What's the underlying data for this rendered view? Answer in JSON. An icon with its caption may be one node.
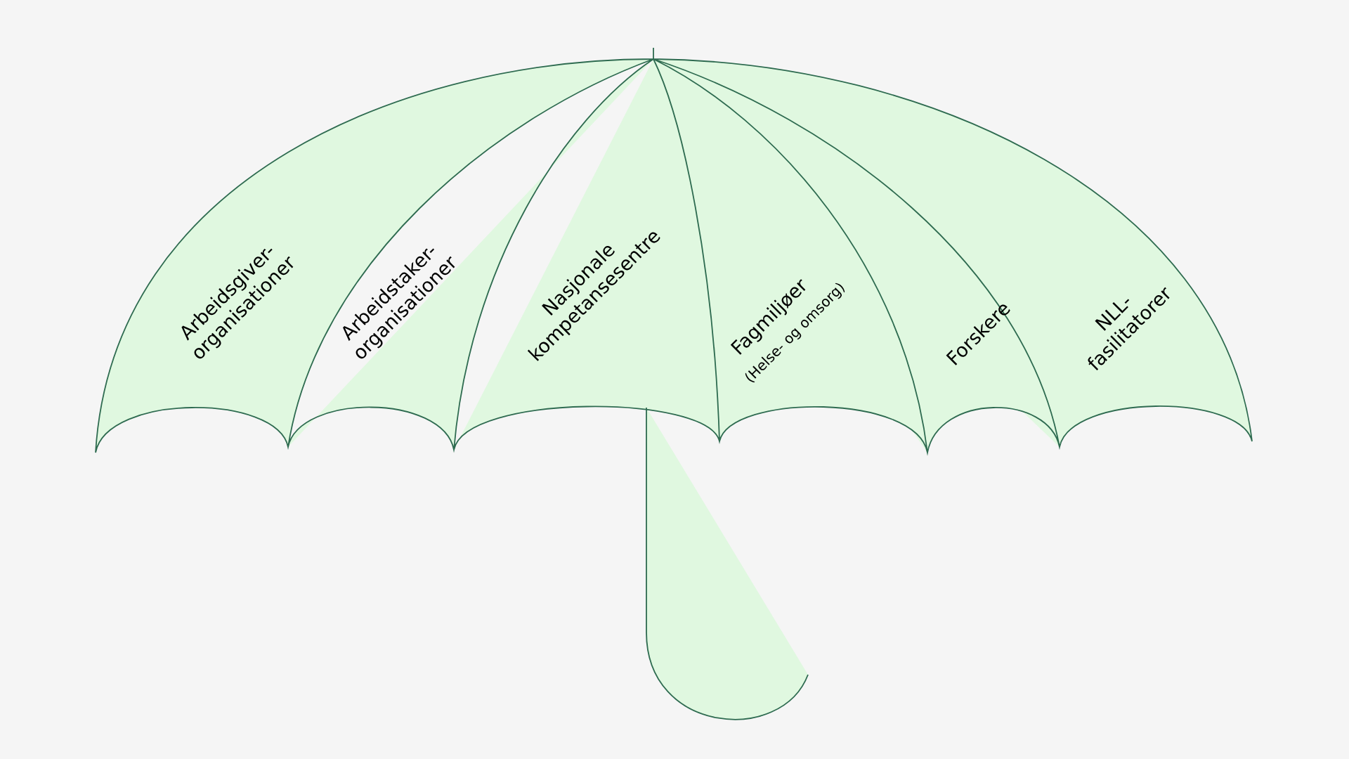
{
  "diagram": {
    "labels": [
      "Arbeidsgiver-organisationer",
      "Arbeidstaker-organisationer",
      "Nasjonale kompetansesentre",
      "Fagmiljøer",
      "(Helse- og omsorg)",
      "Forskere",
      "NLL-fasilitatorer"
    ]
  }
}
